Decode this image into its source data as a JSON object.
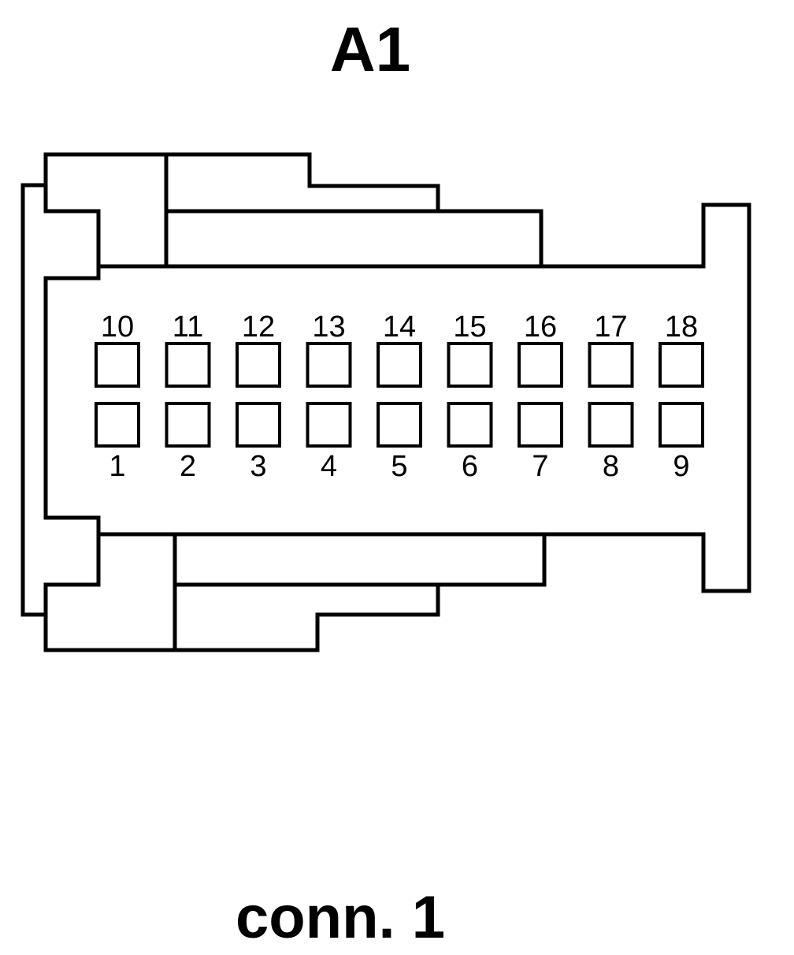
{
  "title": "A1",
  "caption": "conn. 1",
  "colors": {
    "stroke": "#000000",
    "background": "#ffffff"
  },
  "pins": {
    "top_row": [
      "10",
      "11",
      "12",
      "13",
      "14",
      "15",
      "16",
      "17",
      "18"
    ],
    "bottom_row": [
      "1",
      "2",
      "3",
      "4",
      "5",
      "6",
      "7",
      "8",
      "9"
    ]
  }
}
